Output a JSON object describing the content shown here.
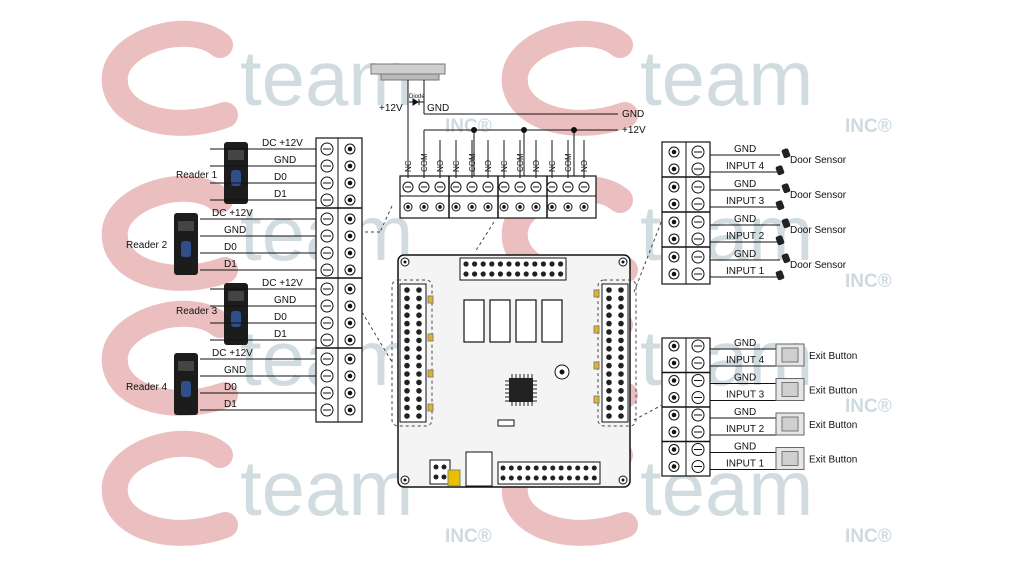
{
  "watermark": {
    "brand_word": "team",
    "brand_suffix": "INC®",
    "letter_color": "#e8b4b4",
    "text_color": "#c9d6dc"
  },
  "colors": {
    "line": "#1a1a1a",
    "board_fill": "#f4f4f4",
    "terminal_fill": "#ffffff"
  },
  "lock": {
    "plus12v_label": "+12V",
    "gnd_label": "GND",
    "diode_label": "Diode",
    "gnd_line_label": "GND",
    "plus12v_line_label": "+12V",
    "relay_terminals": [
      "NC",
      "COM",
      "NO",
      "NC",
      "COM",
      "NO",
      "NC",
      "COM",
      "NO",
      "NC",
      "COM",
      "NO"
    ]
  },
  "readers": [
    {
      "label": "Reader 1",
      "wires": [
        "DC +12V",
        "GND",
        "D0",
        "D1"
      ]
    },
    {
      "label": "Reader 2",
      "wires": [
        "DC +12V",
        "GND",
        "D0",
        "D1"
      ]
    },
    {
      "label": "Reader 3",
      "wires": [
        "DC +12V",
        "GND",
        "D0",
        "D1"
      ]
    },
    {
      "label": "Reader 4",
      "wires": [
        "DC +12V",
        "GND",
        "D0",
        "D1"
      ]
    }
  ],
  "door_sensors": [
    {
      "gnd": "GND",
      "input": "INPUT 4",
      "label": "Door Sensor"
    },
    {
      "gnd": "GND",
      "input": "INPUT 3",
      "label": "Door Sensor"
    },
    {
      "gnd": "GND",
      "input": "INPUT 2",
      "label": "Door Sensor"
    },
    {
      "gnd": "GND",
      "input": "INPUT 1",
      "label": "Door Sensor"
    }
  ],
  "exit_buttons": [
    {
      "gnd": "GND",
      "input": "INPUT 4",
      "label": "Exit Button"
    },
    {
      "gnd": "GND",
      "input": "INPUT 3",
      "label": "Exit Button"
    },
    {
      "gnd": "GND",
      "input": "INPUT 2",
      "label": "Exit Button"
    },
    {
      "gnd": "GND",
      "input": "INPUT 1",
      "label": "Exit Button"
    }
  ]
}
